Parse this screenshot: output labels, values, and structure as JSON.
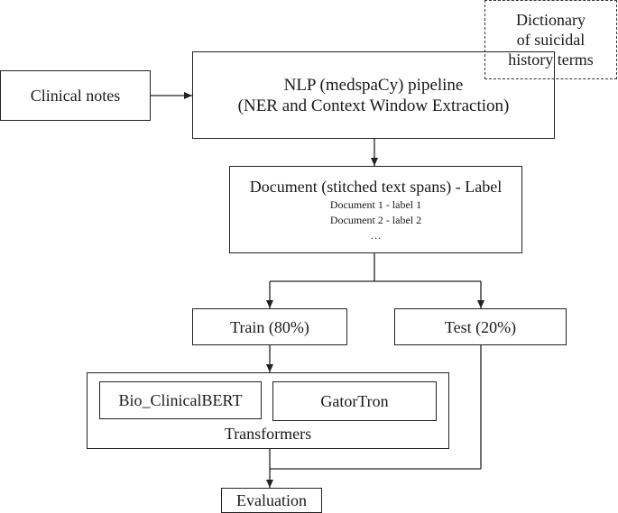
{
  "nodes": {
    "dictionary": [
      "Dictionary",
      "of suicidal",
      "history terms"
    ],
    "clinical_notes": "Clinical notes",
    "pipeline": [
      "NLP (medspaCy) pipeline",
      "(NER and Context Window Extraction)"
    ],
    "document": {
      "title": "Document (stitched text spans) - Label",
      "rows": [
        "Document 1 - label 1",
        "Document 2 - label 2",
        "…"
      ]
    },
    "train": "Train (80%)",
    "test": "Test (20%)",
    "models": [
      "Bio_ClinicalBERT",
      "GatorTron"
    ],
    "transformers": "Transformers",
    "evaluation": "Evaluation"
  }
}
